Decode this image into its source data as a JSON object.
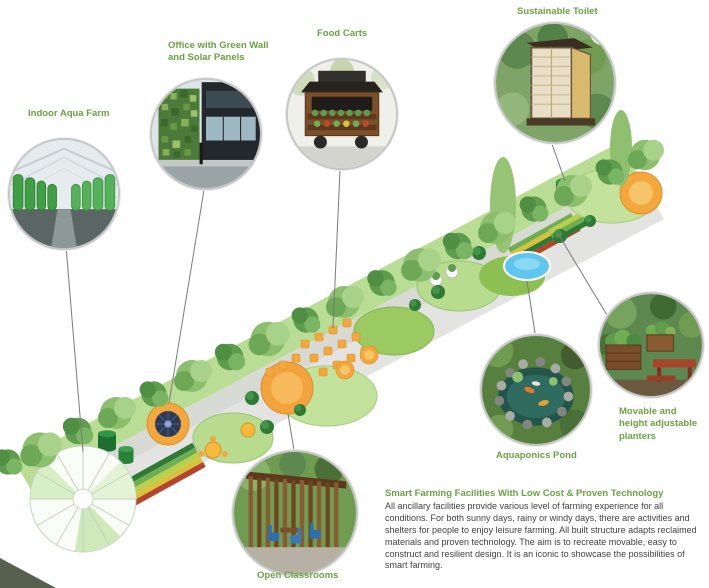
{
  "colors": {
    "accent": "#69a244",
    "body_text": "#3f3f3f",
    "connector": "#7a7a7a",
    "background": "#ffffff"
  },
  "callouts": [
    {
      "id": "indoor-aqua-farm",
      "label": "Indoor Aqua Farm"
    },
    {
      "id": "office-green-wall",
      "label": "Office with Green Wall\nand Solar Panels"
    },
    {
      "id": "food-carts",
      "label": "Food Carts"
    },
    {
      "id": "sustainable-toilet",
      "label": "Sustainable Toilet"
    },
    {
      "id": "aquaponics-pond",
      "label": "Aquaponics Pond"
    },
    {
      "id": "movable-planters",
      "label": "Movable and\nheight adjustable\nplanters"
    },
    {
      "id": "open-classrooms",
      "label": "Open Classrooms"
    }
  ],
  "description": {
    "heading": "Smart Farming Facilities With Low Cost & Proven Technology",
    "body": "All ancillary facilities provide various level of farming experience for all conditions. For both sunny days, rainy or windy days, there are activities and shelters for people to enjoy leisure farming. All built structure adapts reclaimed materials and proven technology. The aim is to recreate movable, easy to construct and resilient design. It is an iconic to showcase the possibilities of smart farming."
  }
}
